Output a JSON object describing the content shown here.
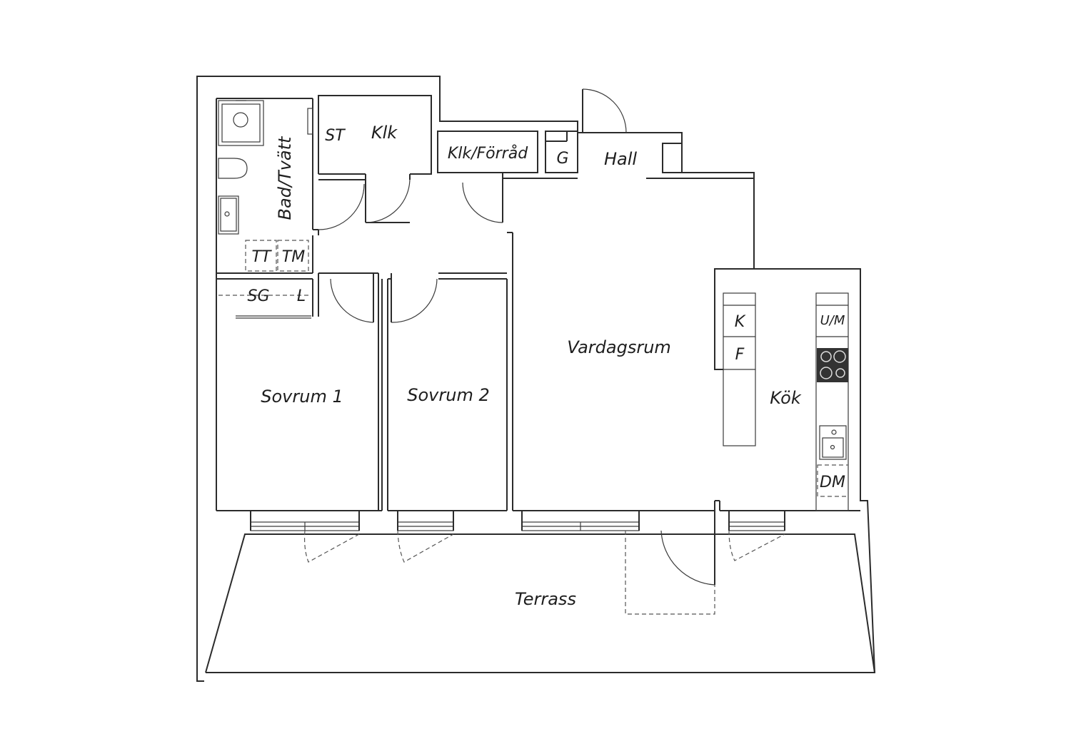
{
  "rooms": {
    "bad": "Bad/Tvätt",
    "klk1": "Klk",
    "st": "ST",
    "klk_forrad": "Klk/Förråd",
    "g": "G",
    "hall": "Hall",
    "tt": "TT",
    "tm": "TM",
    "sg": "SG",
    "l": "L",
    "sovrum1": "Sovrum 1",
    "sovrum2": "Sovrum 2",
    "vardagsrum": "Vardagsrum",
    "kok": "Kök",
    "k": "K",
    "f": "F",
    "um": "U/M",
    "dm": "DM",
    "terrass": "Terrass"
  },
  "colors": {
    "wall": "#2b2b2b",
    "background": "#ffffff",
    "stove": "#333333"
  }
}
